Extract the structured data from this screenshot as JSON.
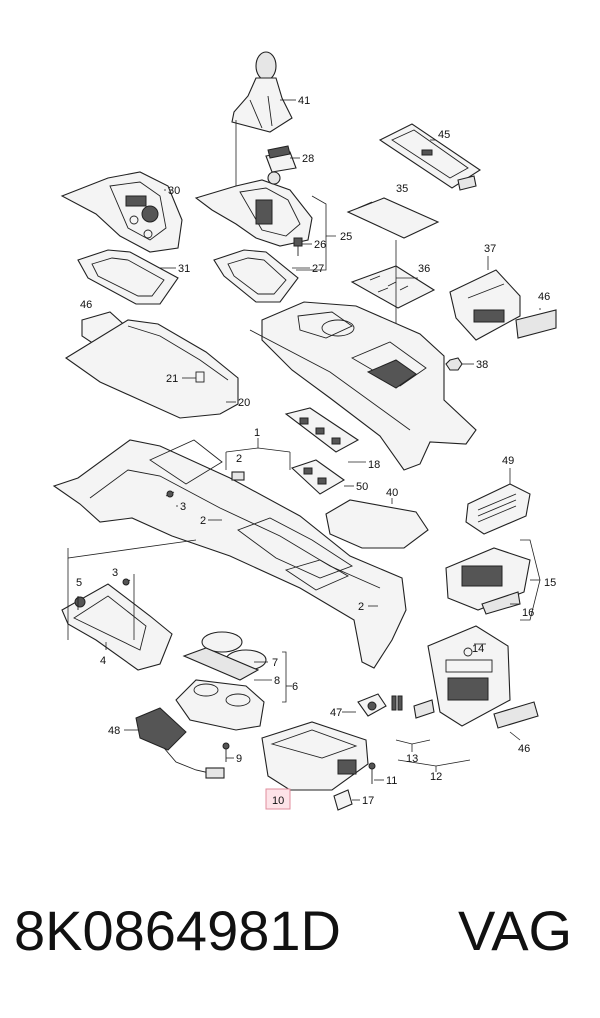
{
  "diagram": {
    "callouts": [
      {
        "id": "c41",
        "text": "41"
      },
      {
        "id": "c45",
        "text": "45"
      },
      {
        "id": "c28",
        "text": "28"
      },
      {
        "id": "c30",
        "text": "30"
      },
      {
        "id": "c35",
        "text": "35"
      },
      {
        "id": "c26",
        "text": "26"
      },
      {
        "id": "c25",
        "text": "25"
      },
      {
        "id": "c31",
        "text": "31"
      },
      {
        "id": "c27",
        "text": "27"
      },
      {
        "id": "c36",
        "text": "36"
      },
      {
        "id": "c37",
        "text": "37"
      },
      {
        "id": "c46a",
        "text": "46"
      },
      {
        "id": "c46b",
        "text": "46"
      },
      {
        "id": "c38",
        "text": "38"
      },
      {
        "id": "c21",
        "text": "21"
      },
      {
        "id": "c20",
        "text": "20"
      },
      {
        "id": "c18",
        "text": "18"
      },
      {
        "id": "c1",
        "text": "1"
      },
      {
        "id": "c2a",
        "text": "2"
      },
      {
        "id": "c49",
        "text": "49"
      },
      {
        "id": "c50",
        "text": "50"
      },
      {
        "id": "c40",
        "text": "40"
      },
      {
        "id": "c3a",
        "text": "3"
      },
      {
        "id": "c2b",
        "text": "2"
      },
      {
        "id": "c5",
        "text": "5"
      },
      {
        "id": "c3b",
        "text": "3"
      },
      {
        "id": "c15",
        "text": "15"
      },
      {
        "id": "c2c",
        "text": "2"
      },
      {
        "id": "c16",
        "text": "16"
      },
      {
        "id": "c4",
        "text": "4"
      },
      {
        "id": "c7",
        "text": "7"
      },
      {
        "id": "c14",
        "text": "14"
      },
      {
        "id": "c8",
        "text": "8"
      },
      {
        "id": "c6",
        "text": "6"
      },
      {
        "id": "c47",
        "text": "47"
      },
      {
        "id": "c48",
        "text": "48"
      },
      {
        "id": "c9",
        "text": "9"
      },
      {
        "id": "c13",
        "text": "13"
      },
      {
        "id": "c12",
        "text": "12"
      },
      {
        "id": "c46c",
        "text": "46"
      },
      {
        "id": "c11",
        "text": "11"
      },
      {
        "id": "c10",
        "text": "10"
      },
      {
        "id": "c17",
        "text": "17"
      }
    ],
    "highlight_color": "#fde3e8"
  },
  "footer": {
    "part_number": "8K0864981D",
    "brand": "VAG"
  }
}
